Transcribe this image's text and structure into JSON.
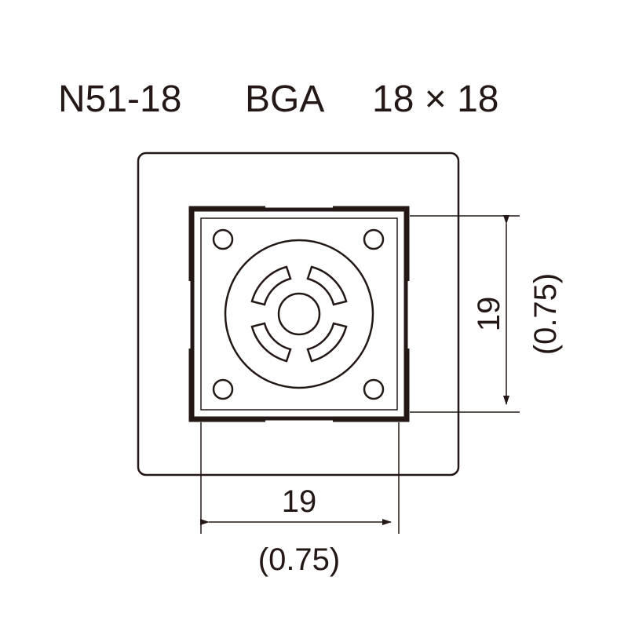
{
  "title": {
    "model": "N51-18",
    "type": "BGA",
    "size": "18 × 18"
  },
  "dimensions": {
    "width": {
      "value": "19",
      "inch": "(0.75)"
    },
    "height": {
      "value": "19",
      "inch": "(0.75)"
    }
  },
  "colors": {
    "line": "#231815",
    "background": "#ffffff"
  }
}
